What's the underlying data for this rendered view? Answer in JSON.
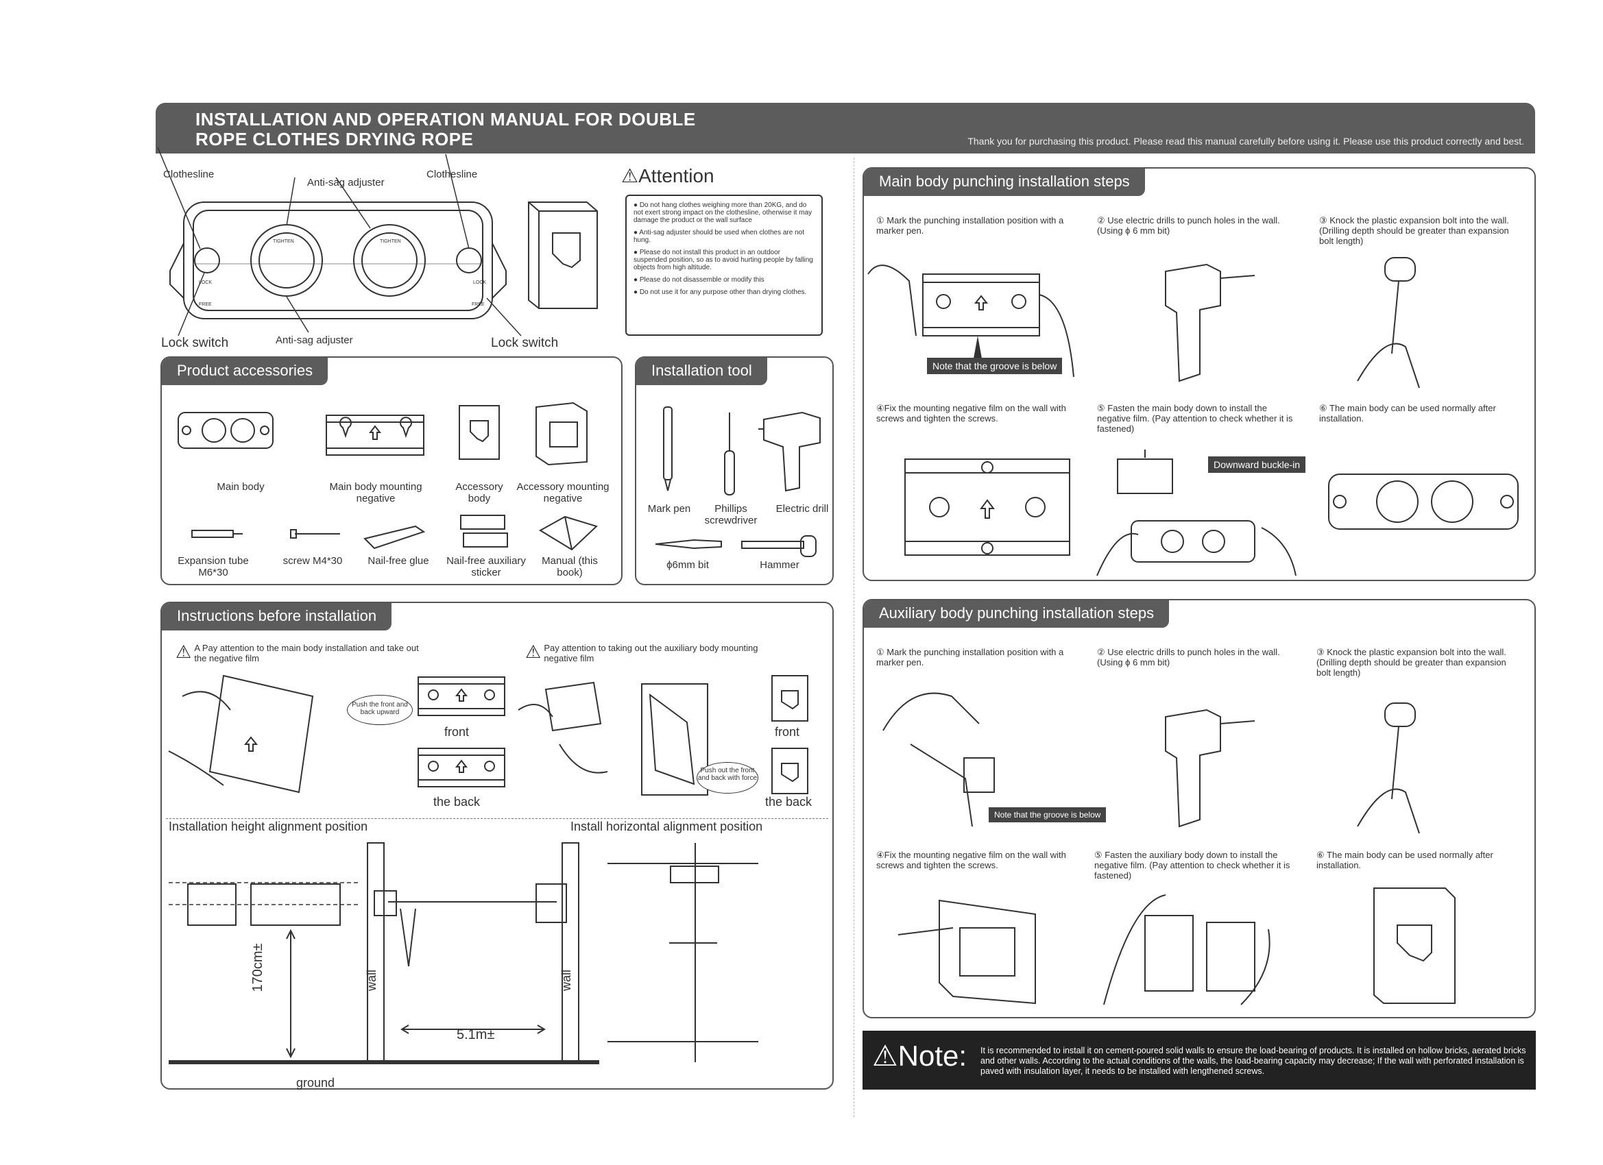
{
  "header": {
    "title_line1": "INSTALLATION AND OPERATION MANUAL FOR DOUBLE",
    "title_line2": "ROPE CLOTHES DRYING ROPE",
    "thanks": "Thank you for purchasing this product. Please read this manual carefully before using it. Please use this product correctly and best."
  },
  "diagram": {
    "clothesline_left": "Clothesline",
    "anti_sag_top": "Anti-sag adjuster",
    "clothesline_right": "Clothesline",
    "lock_switch_left": "Lock switch",
    "anti_sag_bottom": "Anti-sag adjuster",
    "lock_switch_right": "Lock switch",
    "lock": "LOCK",
    "free": "FREE",
    "tighten": "TIGHTEN"
  },
  "attention": {
    "title": "Attention",
    "items": [
      "Do not hang clothes weighing more than 20KG, and do not exert strong impact on the clothesline, otherwise it may damage the product or the wall surface",
      "Anti-sag adjuster should be used when clothes are not hung.",
      "Please do not install this product in an outdoor suspended position, so as to avoid hurting people by falling objects from high altitude.",
      "Please do not disassemble or modify this",
      "Do not use it for any purpose other than drying clothes."
    ]
  },
  "accessories": {
    "title": "Product accessories",
    "items": [
      "Main body",
      "Main body mounting negative",
      "Accessory body",
      "Accessory mounting negative",
      "Expansion tube M6*30",
      "screw M4*30",
      "Nail-free glue",
      "Nail-free auxiliary sticker",
      "Manual (this book)"
    ]
  },
  "tools": {
    "title": "Installation tool",
    "items": [
      "Mark pen",
      "Phillips screwdriver",
      "Electric drill",
      "ϕ6mm bit",
      "Hammer"
    ]
  },
  "instructions": {
    "title": "Instructions before installation",
    "note_a": "A Pay attention to the main body installation and take out the negative film",
    "note_b": "Pay attention to taking out the auxiliary body mounting negative film",
    "push_front_back": "Push the front and back upward",
    "push_out": "Push out the front and back with force",
    "front": "front",
    "the_back": "the back",
    "height_title": "Installation height alignment position",
    "horizontal_title": "Install horizontal alignment position",
    "height_value": "170cm±",
    "distance_value": "5.1m±",
    "wall": "wall",
    "ground": "ground"
  },
  "main_steps": {
    "title": "Main body punching installation steps",
    "steps": [
      "① Mark the punching installation position with a marker pen.",
      "② Use electric drills to punch holes in the wall. (Using ϕ 6 mm bit)",
      "③ Knock the plastic expansion bolt into the wall. (Drilling depth should be greater than expansion bolt length)",
      "④Fix the mounting negative film on the wall with screws and tighten the screws.",
      "⑤ Fasten the main body down to install the negative film. (Pay attention to check whether it is fastened)",
      "⑥ The main body can be used normally after installation."
    ],
    "groove_note": "Note that the groove is below",
    "downward": "Downward buckle-in"
  },
  "aux_steps": {
    "title": "Auxiliary body punching installation steps",
    "steps": [
      "① Mark the punching installation position with a marker pen.",
      "② Use electric drills to punch holes in the wall. (Using ϕ 6 mm bit)",
      "③ Knock the plastic expansion bolt into the wall. (Drilling depth should be greater than expansion bolt length)",
      "④Fix the mounting negative film on the wall with screws and tighten the screws.",
      "⑤ Fasten the auxiliary body down to install the negative film. (Pay attention to check whether it is fastened)",
      "⑥ The main body can be used normally after installation."
    ],
    "groove_note": "Note that the groove is below"
  },
  "note": {
    "label": "Note:",
    "text": "It is recommended to install it on cement-poured solid walls to ensure the load-bearing of products. It is installed on hollow bricks, aerated bricks and other walls. According to the actual conditions of the walls, the load-bearing capacity may decrease; If the wall with perforated installation is paved with insulation layer, it needs to be installed with lengthened screws."
  }
}
